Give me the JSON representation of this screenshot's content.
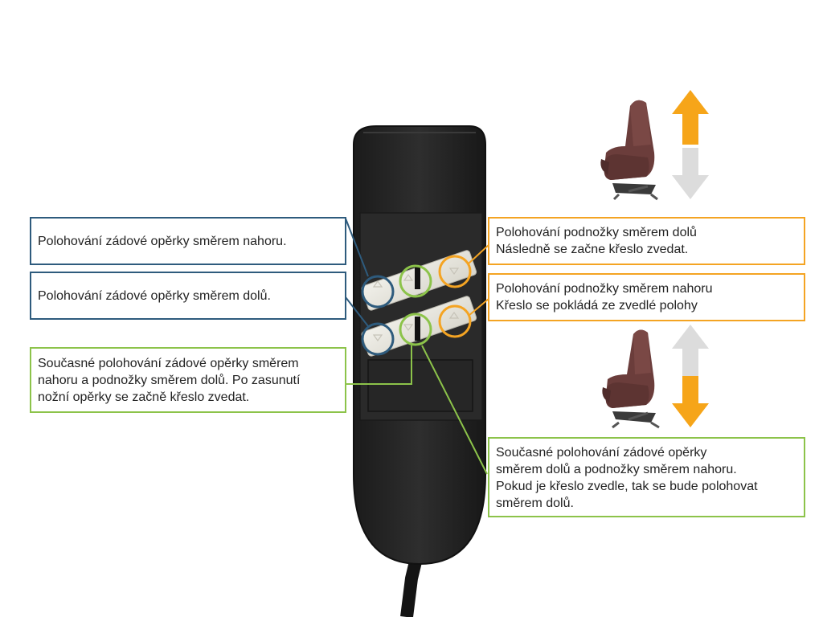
{
  "callouts": {
    "backrest_up": {
      "line1": "Polohování zádové opěrky směrem nahoru."
    },
    "backrest_down": {
      "line1": "Polohování zádové opěrky směrem dolů."
    },
    "combined_up": {
      "line1": "Současné polohování zádové opěrky směrem",
      "line2": "nahoru a podnožky směrem dolů. Po zasunutí",
      "line3": "nožní opěrky se začně křeslo zvedat."
    },
    "footrest_down": {
      "line1": "Polohování podnožky směrem dolů",
      "line2": "Následně se začne křeslo zvedat."
    },
    "footrest_up": {
      "line1": "Polohování podnožky směrem nahoru",
      "line2": "Křeslo se pokládá ze zvedlé polohy"
    },
    "combined_down": {
      "line1": "Současné polohování zádové opěrky",
      "line2": "směrem dolů a podnožky směrem nahoru.",
      "line3": "Pokud je křeslo zvedle, tak se bude polohovat",
      "line4": "směrem dolů."
    }
  },
  "icons": [
    "backrest-up-arrow-icon",
    "backrest-down-arrow-icon",
    "combined-up-arrow-icon",
    "combined-down-arrow-icon",
    "footrest-down-arrow-icon",
    "footrest-up-arrow-icon",
    "lift-up-arrow-icon",
    "lower-down-arrow-icon"
  ],
  "colors": {
    "backrest": "#2e5b7d",
    "footrest": "#f4a423",
    "combined": "#8cc34a",
    "arrow_active": "#f6a519",
    "arrow_inactive": "#dcdcdc",
    "remote_body": "#222222",
    "chair": "#6b3d3b"
  }
}
